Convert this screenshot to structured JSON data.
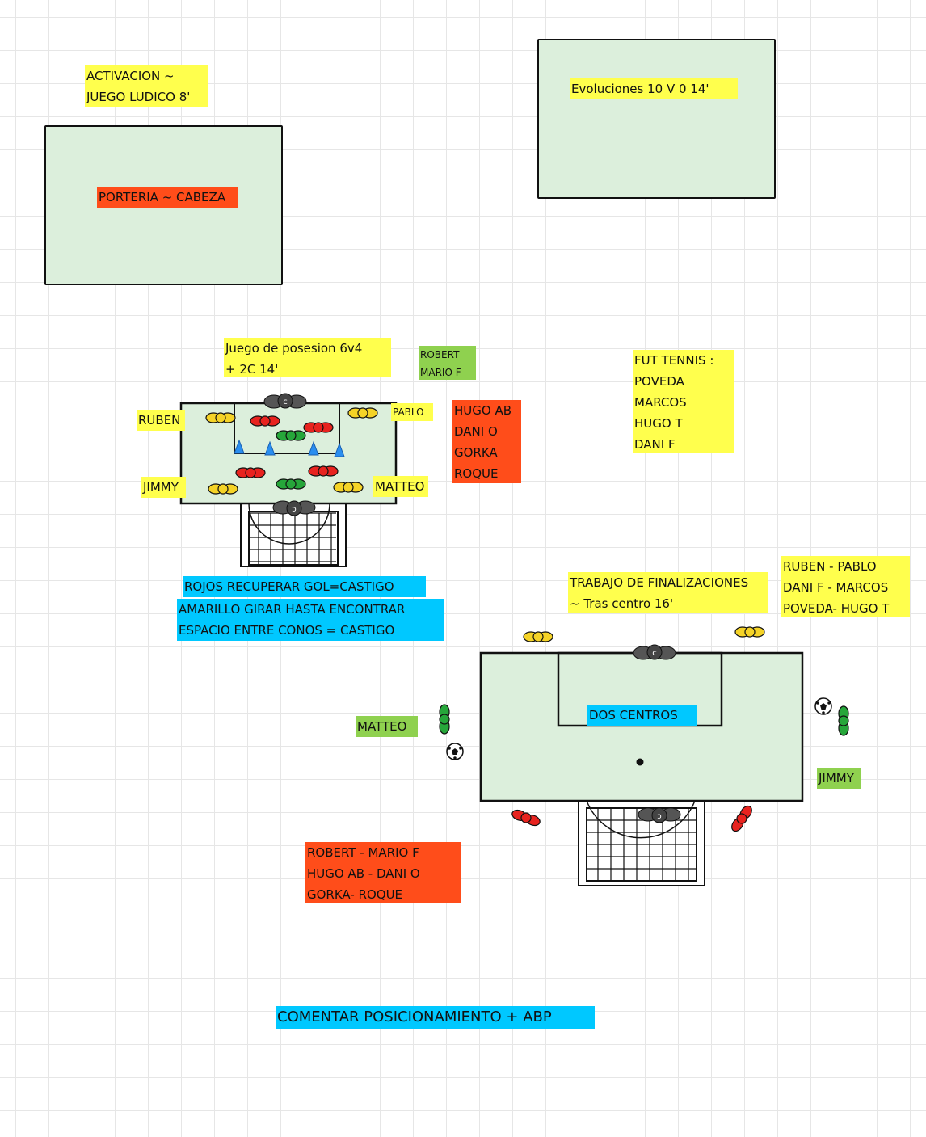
{
  "notes": {
    "activacion": "ACTIVACION ~\nJUEGO LUDICO 8'",
    "porteria": "PORTERIA ~ CABEZA",
    "evoluciones": "Evoluciones 10 V 0 14'",
    "juego_posesion": "Juego de posesion 6v4\n+ 2C 14'",
    "robert_mario_a": "ROBERT\nMARIO F",
    "hugo_group_a": "HUGO AB\nDANI O\nGORKA\nROQUE",
    "fut_tennis": "FUT TENNIS :\nPOVEDA\nMARCOS\nHUGO T\nDANI F",
    "ruben": "RUBEN",
    "pablo": "PABLO",
    "jimmy_a": "JIMMY",
    "matteo_a": "MATTEO",
    "rojos": "ROJOS RECUPERAR GOL=CASTIGO",
    "amarillo": "AMARILLO GIRAR HASTA ENCONTRAR\nESPACIO ENTRE CONOS = CASTIGO",
    "trabajo": "TRABAJO DE FINALIZACIONES\n~ Tras centro 16'",
    "ruben_group": "RUBEN - PABLO\nDANI F - MARCOS\nPOVEDA- HUGO T",
    "dos_centros": "DOS CENTROS",
    "matteo_b": "MATTEO",
    "jimmy_b": "JIMMY",
    "robert_group_b": "ROBERT - MARIO F\nHUGO AB - DANI O\nGORKA- ROQUE",
    "comentar": "COMENTAR POSICIONAMIENTO + ABP"
  },
  "colors": {
    "yellow_note": "#ffff4d",
    "green_note": "#8fd14f",
    "red_note": "#ff4d1a",
    "cyan_note": "#00c8ff",
    "field": "#dcefdc",
    "player_red": "#e8231f",
    "player_yellow": "#f5d327",
    "player_green": "#26a63a",
    "cone_blue": "#2a8ef0",
    "goalkeeper": "#555555"
  }
}
